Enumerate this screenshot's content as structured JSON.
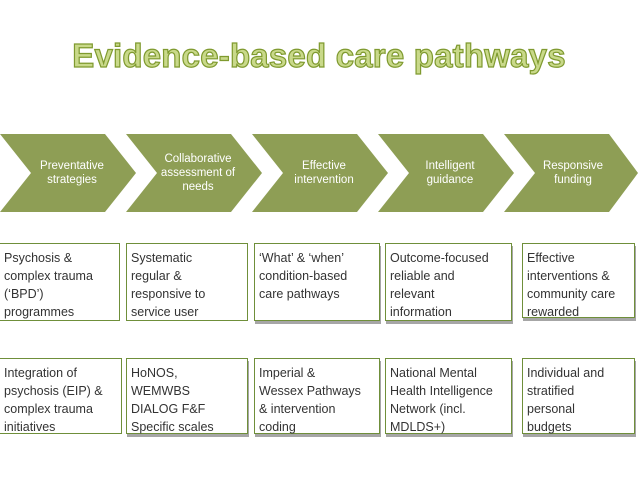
{
  "title": "Evidence-based care pathways",
  "colors": {
    "chevron_fill": "#8e9e55",
    "title_fill": "#c9d98a",
    "title_outline": "#7f9a2f",
    "box_border": "#6f8f3a",
    "text": "#333333"
  },
  "stages": [
    {
      "label": "Preventative\nstrategies"
    },
    {
      "label": "Collaborative\nassessment of\nneeds"
    },
    {
      "label": "Effective\nintervention"
    },
    {
      "label": "Intelligent\nguidance"
    },
    {
      "label": "Responsive\nfunding"
    }
  ],
  "row1": [
    "Psychosis &\ncomplex trauma\n(‘BPD’)\nprogrammes",
    "Systematic\nregular &\nresponsive to\nservice user",
    "‘What’ & ‘when’\ncondition-based\ncare pathways",
    "Outcome-focused\nreliable and\nrelevant\ninformation",
    "Effective\ninterventions &\ncommunity care\nrewarded"
  ],
  "row2": [
    "Integration of\npsychosis (EIP) &\ncomplex trauma\ninitiatives",
    "HoNOS,\nWEMWBS\nDIALOG    F&F\nSpecific scales",
    "Imperial &\nWessex Pathways\n& intervention\ncoding",
    "National Mental\nHealth Intelligence\nNetwork (incl.\nMDLDS+)",
    "Individual and\nstratified\npersonal\nbudgets"
  ]
}
